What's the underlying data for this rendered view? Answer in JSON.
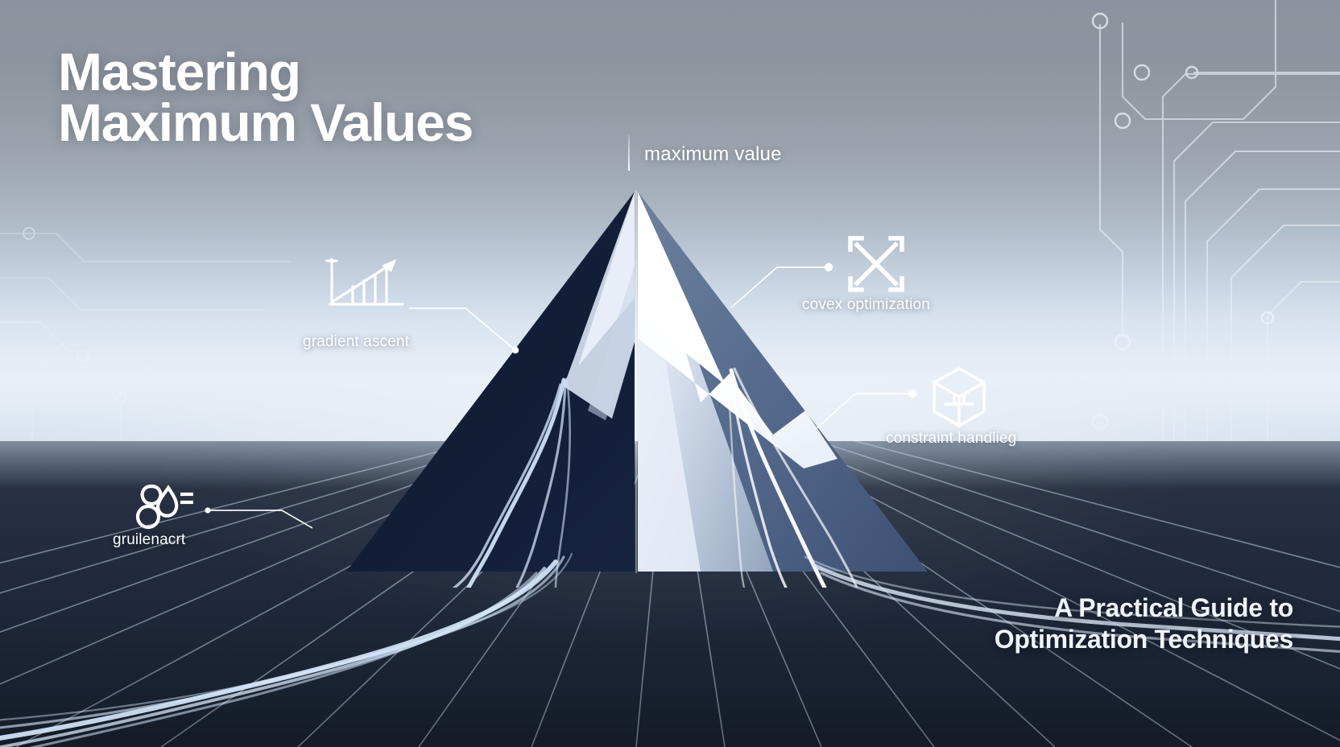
{
  "header": {
    "title_line1": "Mastering",
    "title_line2": "Maximum Values",
    "title_full": "Mastering\nMaximum Values"
  },
  "footer": {
    "subtitle_line1": "A Practical Guide to",
    "subtitle_line2": "Optimization Techniques"
  },
  "peak": {
    "label": "maximum value"
  },
  "annotations": [
    {
      "id": "gradient-ascent",
      "label": "gradient ascent",
      "icon": "bar-chart-rising-arrow-icon"
    },
    {
      "id": "convex-optimization",
      "label": "covex optimization",
      "icon": "four-way-arrows-icon"
    },
    {
      "id": "constraint-handling",
      "label": "constraint handlieg",
      "icon": "cube-constraint-icon"
    },
    {
      "id": "gradient-field",
      "label": "gruilenacrt",
      "icon": "cluster-blobs-equals-icon"
    }
  ],
  "colors": {
    "sky_top": "#8b939e",
    "sky_bottom": "#e4ecf4",
    "ground_top": "#2c3648",
    "ground_bottom": "#141b27",
    "mountain_shadow": "#101b35",
    "mountain_light": "#ffffff",
    "text_primary": "#ffffff",
    "accent_line": "#dbe7f4"
  }
}
